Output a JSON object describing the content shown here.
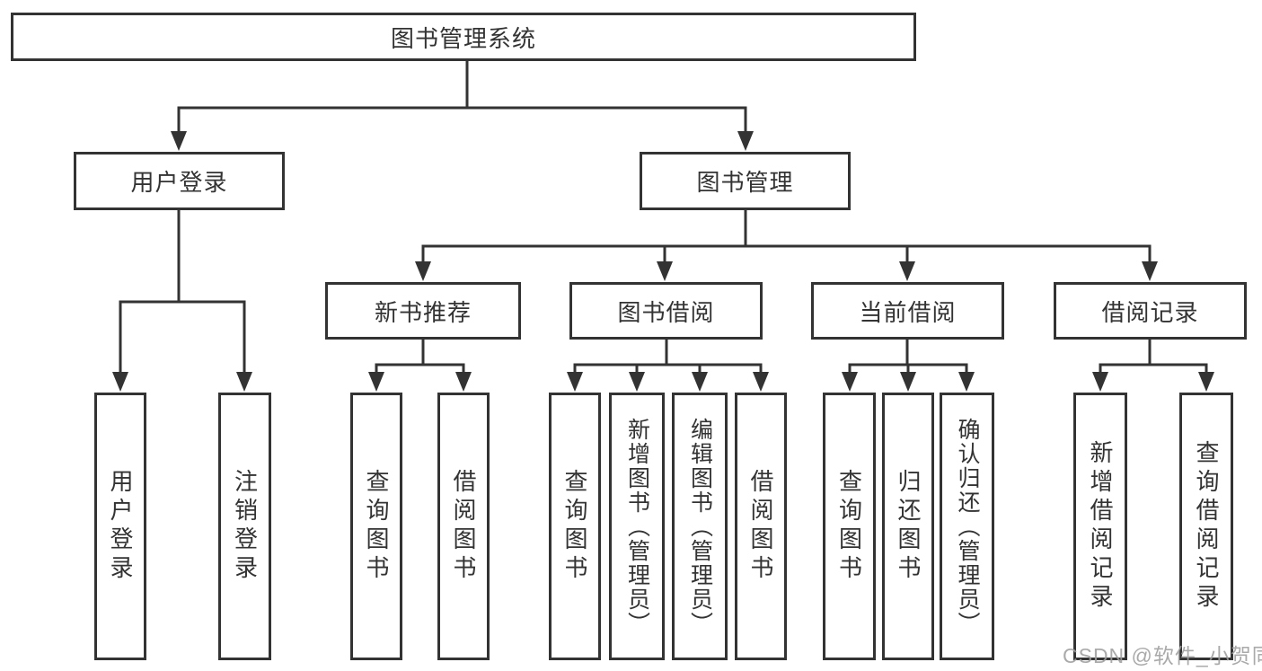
{
  "diagram": {
    "title": "图书管理系统",
    "level2": [
      {
        "label": "用户登录",
        "children": [
          {
            "label": "用户登录"
          },
          {
            "label": "注销登录"
          }
        ]
      },
      {
        "label": "图书管理",
        "children": [
          {
            "label": "新书推荐",
            "children": [
              {
                "label": "查询图书"
              },
              {
                "label": "借阅图书"
              }
            ]
          },
          {
            "label": "图书借阅",
            "children": [
              {
                "label": "查询图书"
              },
              {
                "label": "新增图书（管理员）"
              },
              {
                "label": "编辑图书（管理员）"
              },
              {
                "label": "借阅图书"
              }
            ]
          },
          {
            "label": "当前借阅",
            "children": [
              {
                "label": "查询图书"
              },
              {
                "label": "归还图书"
              },
              {
                "label": "确认归还（管理员）"
              }
            ]
          },
          {
            "label": "借阅记录",
            "children": [
              {
                "label": "新增借阅记录"
              },
              {
                "label": "查询借阅记录"
              }
            ]
          }
        ]
      }
    ]
  },
  "watermark": {
    "text": "CSDN @软件_小贺同学",
    "color": "#9e9e9e"
  },
  "colors": {
    "line": "#333333",
    "text": "#333333",
    "box_background": "#ffffff",
    "page_background": "#ffffff"
  }
}
